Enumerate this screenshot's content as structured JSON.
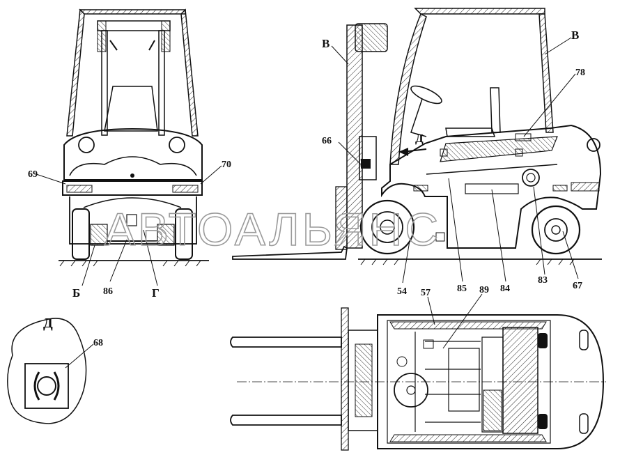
{
  "watermark": "АВТОАЛЬЯНС",
  "view_d": {
    "title": "Д",
    "arrow_label": "Д"
  },
  "view_markers": {
    "left": "В",
    "right": "В"
  },
  "section_marks": {
    "b": "Б",
    "g": "Г"
  },
  "callouts": {
    "n69": "69",
    "n70": "70",
    "n86": "86",
    "n66": "66",
    "n78": "78",
    "n54": "54",
    "n85": "85",
    "n84": "84",
    "n83": "83",
    "n67": "67",
    "n57": "57",
    "n89": "89",
    "n68": "68"
  }
}
